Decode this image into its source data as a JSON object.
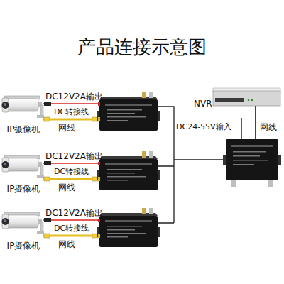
{
  "diagram": {
    "title": "产品连接示意图",
    "nodes": [
      {
        "text": [
          "NVR"
        ]
      },
      {
        "text": [
          "IP摄像机"
        ]
      },
      {
        "text": [
          "IP摄像机"
        ]
      },
      {
        "text": [
          "IP摄像机"
        ]
      }
    ],
    "labels": [
      "DC12V2A输出",
      "DC转接线",
      "网线",
      "DC24-55V输入",
      "网线",
      "DC12V2A输出",
      "DC转接线",
      "网线",
      "DC12V2A输出",
      "DC转接线",
      "网线"
    ]
  }
}
